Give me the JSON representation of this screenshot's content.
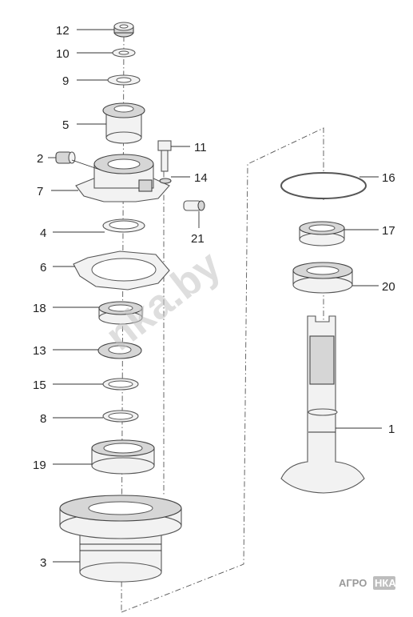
{
  "diagram": {
    "callouts": [
      {
        "id": "12",
        "label": "12"
      },
      {
        "id": "10",
        "label": "10"
      },
      {
        "id": "9",
        "label": "9"
      },
      {
        "id": "5",
        "label": "5"
      },
      {
        "id": "2",
        "label": "2"
      },
      {
        "id": "7",
        "label": "7"
      },
      {
        "id": "4",
        "label": "4"
      },
      {
        "id": "6",
        "label": "6"
      },
      {
        "id": "18",
        "label": "18"
      },
      {
        "id": "13",
        "label": "13"
      },
      {
        "id": "15",
        "label": "15"
      },
      {
        "id": "8",
        "label": "8"
      },
      {
        "id": "19",
        "label": "19"
      },
      {
        "id": "3",
        "label": "3"
      },
      {
        "id": "11",
        "label": "11"
      },
      {
        "id": "14",
        "label": "14"
      },
      {
        "id": "21",
        "label": "21"
      },
      {
        "id": "16",
        "label": "16"
      },
      {
        "id": "17",
        "label": "17"
      },
      {
        "id": "20",
        "label": "20"
      },
      {
        "id": "1",
        "label": "1"
      }
    ]
  },
  "watermark": {
    "text": "nka.by"
  },
  "logo": {
    "left": "АГРО",
    "right": "НКА"
  },
  "colors": {
    "line": "#333333",
    "part": "#f2f2f2",
    "watermark": "#c4c4c4"
  }
}
